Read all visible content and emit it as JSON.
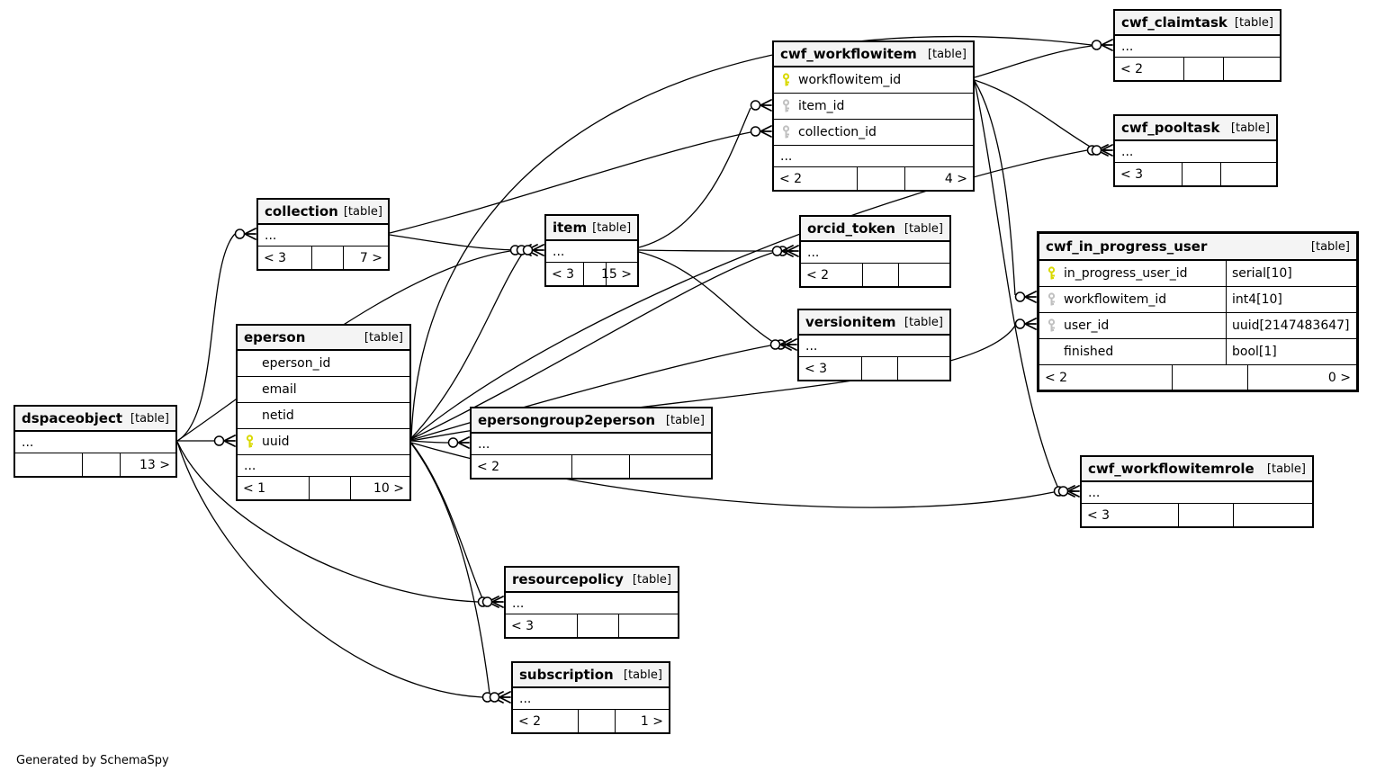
{
  "diagram": {
    "footer_note": "Generated by SchemaSpy",
    "colors": {
      "background": "#ffffff",
      "header_bg": "#f4f4f4",
      "border": "#000000",
      "primary_key": "#d9d900",
      "foreign_key": "#c0c0c0"
    }
  },
  "tables": [
    {
      "id": "cwf_claimtask",
      "name": "cwf_claimtask",
      "tag": "[table]",
      "rows": [
        {
          "name": "..."
        }
      ],
      "footer": {
        "left": "< 2",
        "mid": "",
        "right": ""
      }
    },
    {
      "id": "cwf_workflowitem",
      "name": "cwf_workflowitem",
      "tag": "[table]",
      "rows": [
        {
          "name": "workflowitem_id",
          "key": "pk"
        },
        {
          "name": "item_id",
          "key": "fk"
        },
        {
          "name": "collection_id",
          "key": "fk"
        },
        {
          "name": "..."
        }
      ],
      "footer": {
        "left": "< 2",
        "mid": "",
        "right": "4 >"
      }
    },
    {
      "id": "cwf_pooltask",
      "name": "cwf_pooltask",
      "tag": "[table]",
      "rows": [
        {
          "name": "..."
        }
      ],
      "footer": {
        "left": "< 3",
        "mid": "",
        "right": ""
      }
    },
    {
      "id": "cwf_in_progress_user",
      "name": "cwf_in_progress_user",
      "tag": "[table]",
      "rows": [
        {
          "name": "in_progress_user_id",
          "key": "pk",
          "type": "serial[10]"
        },
        {
          "name": "workflowitem_id",
          "key": "fk",
          "type": "int4[10]"
        },
        {
          "name": "user_id",
          "key": "fk",
          "type": "uuid[2147483647]"
        },
        {
          "name": "finished",
          "type": "bool[1]"
        }
      ],
      "footer": {
        "left": "< 2",
        "mid": "",
        "right": "0 >"
      }
    },
    {
      "id": "collection",
      "name": "collection",
      "tag": "[table]",
      "rows": [
        {
          "name": "..."
        }
      ],
      "footer": {
        "left": "< 3",
        "mid": "",
        "right": "7 >"
      }
    },
    {
      "id": "item",
      "name": "item",
      "tag": "[table]",
      "rows": [
        {
          "name": "..."
        }
      ],
      "footer": {
        "left": "< 3",
        "mid": "",
        "right": "15 >"
      }
    },
    {
      "id": "orcid_token",
      "name": "orcid_token",
      "tag": "[table]",
      "rows": [
        {
          "name": "..."
        }
      ],
      "footer": {
        "left": "< 2",
        "mid": "",
        "right": ""
      }
    },
    {
      "id": "versionitem",
      "name": "versionitem",
      "tag": "[table]",
      "rows": [
        {
          "name": "..."
        }
      ],
      "footer": {
        "left": "< 3",
        "mid": "",
        "right": ""
      }
    },
    {
      "id": "eperson",
      "name": "eperson",
      "tag": "[table]",
      "rows": [
        {
          "name": "eperson_id"
        },
        {
          "name": "email"
        },
        {
          "name": "netid"
        },
        {
          "name": "uuid",
          "key": "pk"
        },
        {
          "name": "..."
        }
      ],
      "footer": {
        "left": "< 1",
        "mid": "",
        "right": "10 >"
      }
    },
    {
      "id": "dspaceobject",
      "name": "dspaceobject",
      "tag": "[table]",
      "rows": [
        {
          "name": "..."
        }
      ],
      "footer": {
        "left": "",
        "mid": "",
        "right": "13 >"
      }
    },
    {
      "id": "epersongroup2eperson",
      "name": "epersongroup2eperson",
      "tag": "[table]",
      "rows": [
        {
          "name": "..."
        }
      ],
      "footer": {
        "left": "< 2",
        "mid": "",
        "right": ""
      }
    },
    {
      "id": "cwf_workflowitemrole",
      "name": "cwf_workflowitemrole",
      "tag": "[table]",
      "rows": [
        {
          "name": "..."
        }
      ],
      "footer": {
        "left": "< 3",
        "mid": "",
        "right": ""
      }
    },
    {
      "id": "resourcepolicy",
      "name": "resourcepolicy",
      "tag": "[table]",
      "rows": [
        {
          "name": "..."
        }
      ],
      "footer": {
        "left": "< 3",
        "mid": "",
        "right": ""
      }
    },
    {
      "id": "subscription",
      "name": "subscription",
      "tag": "[table]",
      "rows": [
        {
          "name": "..."
        }
      ],
      "footer": {
        "left": "< 2",
        "mid": "",
        "right": "1 >"
      }
    }
  ],
  "relationships": [
    {
      "parent": "dspaceobject",
      "child": "collection"
    },
    {
      "parent": "dspaceobject",
      "child": "eperson",
      "child_column": "uuid"
    },
    {
      "parent": "dspaceobject",
      "child": "item"
    },
    {
      "parent": "dspaceobject",
      "child": "resourcepolicy"
    },
    {
      "parent": "dspaceobject",
      "child": "subscription"
    },
    {
      "parent": "collection",
      "child": "item"
    },
    {
      "parent": "collection",
      "child": "cwf_workflowitem",
      "child_column": "collection_id"
    },
    {
      "parent": "item",
      "child": "cwf_workflowitem",
      "child_column": "item_id"
    },
    {
      "parent": "item",
      "child": "orcid_token"
    },
    {
      "parent": "item",
      "child": "versionitem"
    },
    {
      "parent": "eperson",
      "child": "item"
    },
    {
      "parent": "eperson",
      "child": "epersongroup2eperson"
    },
    {
      "parent": "eperson",
      "child": "orcid_token"
    },
    {
      "parent": "eperson",
      "child": "versionitem"
    },
    {
      "parent": "eperson",
      "child": "cwf_claimtask"
    },
    {
      "parent": "eperson",
      "child": "cwf_pooltask"
    },
    {
      "parent": "eperson",
      "child": "cwf_in_progress_user",
      "child_column": "user_id"
    },
    {
      "parent": "eperson",
      "child": "cwf_workflowitemrole"
    },
    {
      "parent": "eperson",
      "child": "resourcepolicy"
    },
    {
      "parent": "eperson",
      "child": "subscription"
    },
    {
      "parent": "cwf_workflowitem",
      "child": "cwf_claimtask"
    },
    {
      "parent": "cwf_workflowitem",
      "child": "cwf_pooltask"
    },
    {
      "parent": "cwf_workflowitem",
      "child": "cwf_in_progress_user",
      "child_column": "workflowitem_id"
    },
    {
      "parent": "cwf_workflowitem",
      "child": "cwf_workflowitemrole"
    }
  ]
}
